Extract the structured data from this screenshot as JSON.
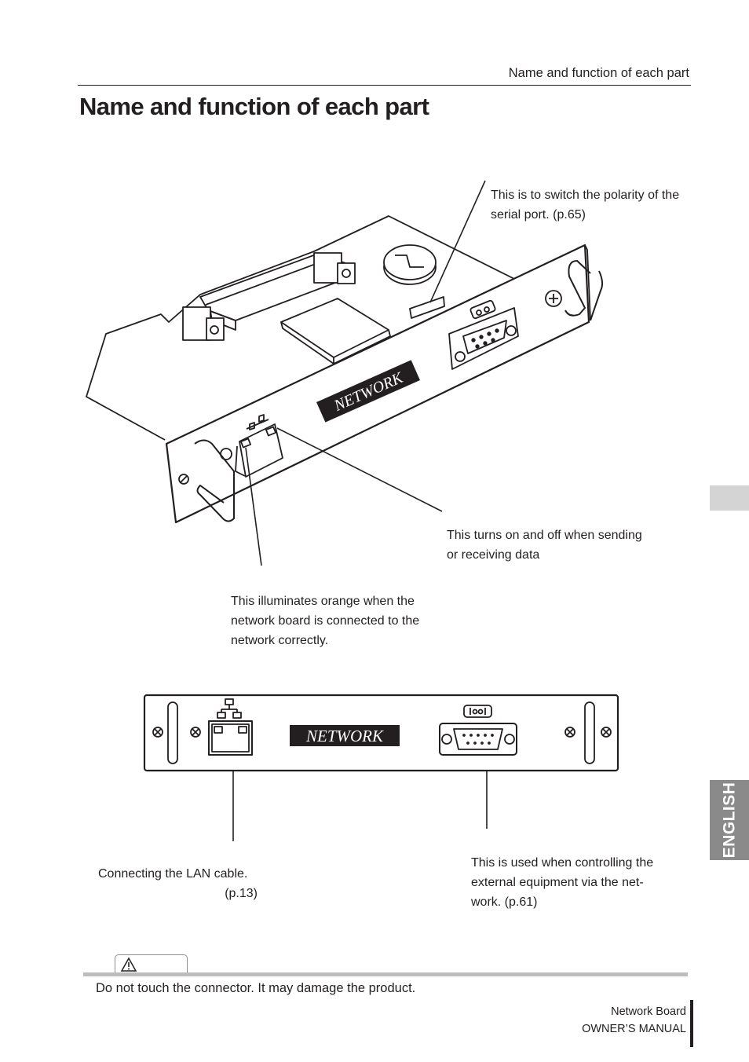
{
  "header": {
    "running_title": "Name and function of each part"
  },
  "page_title": "Name and function of each part",
  "callouts": {
    "polarity_switch": [
      "This is to switch the polarity of the",
      "serial port. (p.65)"
    ],
    "data_led": [
      "This turns on and off when sending",
      "or receiving data"
    ],
    "link_led": [
      "This illuminates orange when the",
      "network board is connected to the",
      "network correctly."
    ],
    "lan_port": [
      "Connecting the LAN cable.",
      "(p.13)"
    ],
    "serial_port": [
      "This is used when controlling the",
      "external equipment via the net-",
      "work. (p.61)"
    ]
  },
  "board_labels": {
    "perspective_board": "NETWORK",
    "front_panel": "NETWORK"
  },
  "side_tab": {
    "language": "ENGLISH"
  },
  "caution": {
    "icon": "warning-triangle-icon",
    "text": "Do not touch the connector. It may damage the product."
  },
  "footer": {
    "line1": "Network Board",
    "line2": "OWNER’S MANUAL"
  }
}
